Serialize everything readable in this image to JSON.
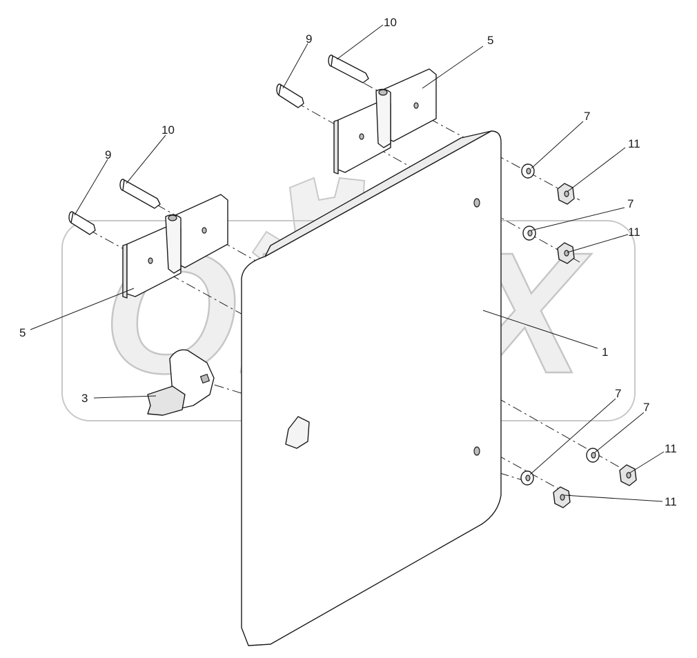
{
  "watermark": {
    "text": "OPEX"
  },
  "callouts": [
    {
      "id": "c1",
      "label": "1"
    },
    {
      "id": "c3",
      "label": "3"
    },
    {
      "id": "c5a",
      "label": "5"
    },
    {
      "id": "c5b",
      "label": "5"
    },
    {
      "id": "c7a",
      "label": "7"
    },
    {
      "id": "c7b",
      "label": "7"
    },
    {
      "id": "c7c",
      "label": "7"
    },
    {
      "id": "c7d",
      "label": "7"
    },
    {
      "id": "c9a",
      "label": "9"
    },
    {
      "id": "c9b",
      "label": "9"
    },
    {
      "id": "c10a",
      "label": "10"
    },
    {
      "id": "c10b",
      "label": "10"
    },
    {
      "id": "c11a",
      "label": "11"
    },
    {
      "id": "c11b",
      "label": "11"
    },
    {
      "id": "c11c",
      "label": "11"
    },
    {
      "id": "c11d",
      "label": "11"
    }
  ]
}
